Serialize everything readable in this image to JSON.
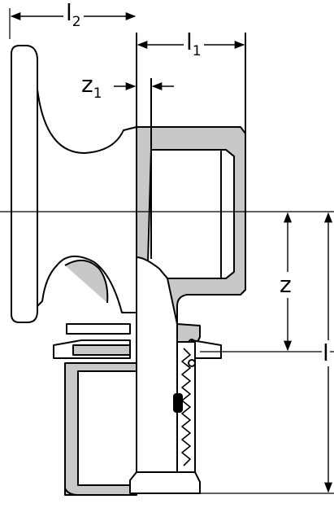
{
  "dimensions": {
    "l2": {
      "main": "l",
      "sub": "2"
    },
    "l1": {
      "main": "l",
      "sub": "1"
    },
    "z1": {
      "main": "z",
      "sub": "1"
    },
    "z": {
      "main": "z",
      "sub": ""
    },
    "l": {
      "main": "l",
      "sub": ""
    }
  },
  "colors": {
    "line": "#000000",
    "fill": "#c8c8c8",
    "background": "#ffffff"
  }
}
